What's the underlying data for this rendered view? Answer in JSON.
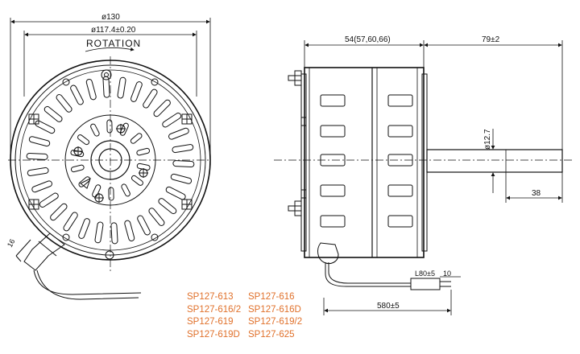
{
  "labels": {
    "outer_diameter": "ø130",
    "bolt_circle": "ø117.4±0.20",
    "rotation": "ROTATION",
    "lead_angle": "16",
    "body_length": "54(57,60,66)",
    "shaft_extension": "79±2",
    "shaft_diameter": "ø12.7",
    "shaft_flat": "38",
    "sleeve_length": "L80±5",
    "strip_length": "10",
    "lead_length": "580±5"
  },
  "models": [
    [
      "SP127-613",
      "SP127-616"
    ],
    [
      "SP127-616/2",
      "SP127-616D"
    ],
    [
      "SP127-619",
      "SP127-619/2"
    ],
    [
      "SP127-619D",
      "SP127-625"
    ]
  ],
  "colors": {
    "line": "#111111",
    "model_text": "#e0702a"
  }
}
